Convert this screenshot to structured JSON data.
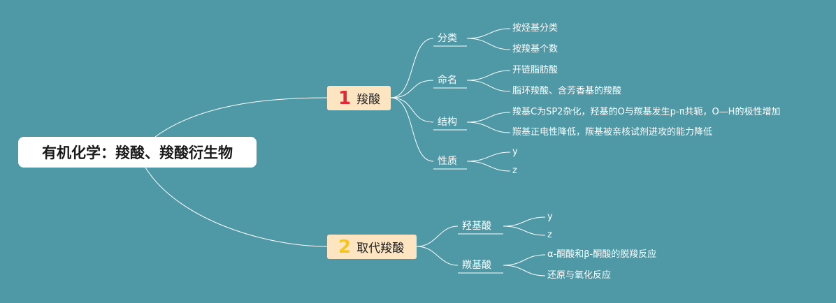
{
  "root": {
    "title": "有机化学：羧酸、羧酸衍生物"
  },
  "branches": [
    {
      "number": "1",
      "label": "羧酸",
      "number_color": "#e8263a",
      "children": [
        {
          "label": "分类",
          "leaves": [
            "按烃基分类",
            "按羧基个数"
          ]
        },
        {
          "label": "命名",
          "leaves": [
            "开链脂肪酸",
            "脂环羧酸、含芳香基的羧酸"
          ]
        },
        {
          "label": "结构",
          "leaves": [
            "羧基C为SP2杂化，羟基的O与羰基发生p-π共轭，O—H的极性增加",
            "羰基正电性降低，羰基被亲核试剂进攻的能力降低"
          ]
        },
        {
          "label": "性质",
          "leaves": [
            "y",
            "z"
          ]
        }
      ]
    },
    {
      "number": "2",
      "label": "取代羧酸",
      "number_color": "#f5c518",
      "children": [
        {
          "label": "羟基酸",
          "leaves": [
            "y",
            "z"
          ]
        },
        {
          "label": "羰基酸",
          "leaves": [
            "α-酮酸和β-酮酸的脱羧反应",
            "还原与氧化反应"
          ]
        }
      ]
    }
  ],
  "colors": {
    "background": "#4f99a6",
    "branch_fill": "#fde5c2",
    "line": "#ffffff"
  }
}
